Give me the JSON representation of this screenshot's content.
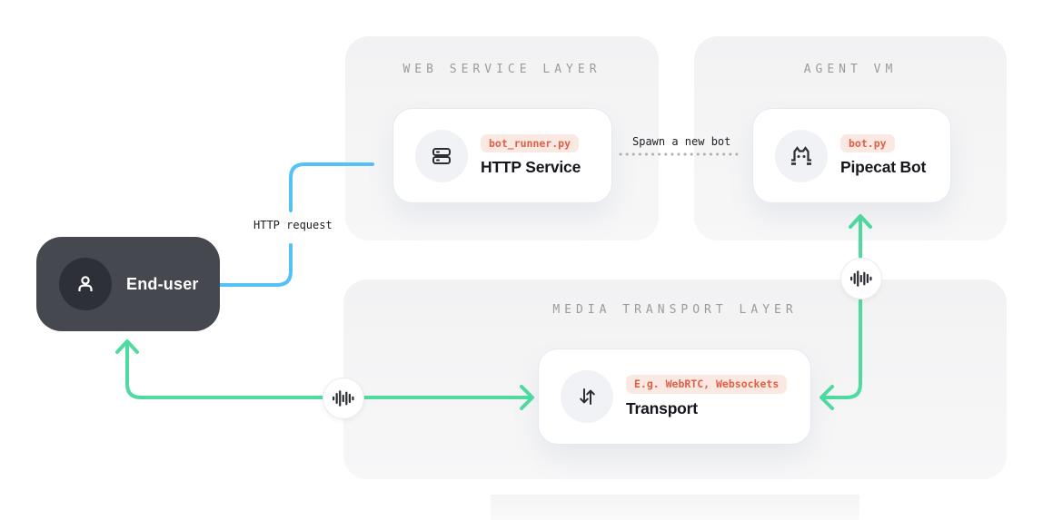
{
  "panels": {
    "web_service": {
      "title": "WEB SERVICE LAYER"
    },
    "agent_vm": {
      "title": "AGENT VM"
    },
    "media_transport": {
      "title": "MEDIA TRANSPORT LAYER"
    }
  },
  "nodes": {
    "http_service": {
      "badge": "bot_runner.py",
      "title": "HTTP Service",
      "icon": "server-icon"
    },
    "pipecat_bot": {
      "badge": "bot.py",
      "title": "Pipecat Bot",
      "icon": "pipecat-cat-icon"
    },
    "transport": {
      "badge": "E.g. WebRTC, Websockets",
      "title": "Transport",
      "icon": "up-down-arrows-icon"
    },
    "end_user": {
      "title": "End-user",
      "icon": "person-icon"
    }
  },
  "connectors": {
    "http_request": {
      "label": "HTTP request",
      "style": "solid",
      "color": "#55c1f7"
    },
    "spawn_bot": {
      "label": "Spawn a new bot",
      "style": "dotted",
      "color": "#b1b1b5"
    },
    "media_user_transport": {
      "icon": "audio-waveform-icon",
      "color": "#4fdba0"
    },
    "media_transport_bot": {
      "icon": "audio-waveform-icon",
      "color": "#4fdba0"
    }
  },
  "colors": {
    "blue_line": "#55c1f7",
    "green_line": "#4fdba0",
    "badge_bg": "#fae9e2",
    "badge_text": "#df5f46",
    "panel_bg": "#f4f4f5",
    "panel_title_text": "#9b9ba0",
    "dark_box_bg": "#46484f",
    "card_border": "#e4e9f2",
    "icon_ink": "#2b2d33"
  }
}
